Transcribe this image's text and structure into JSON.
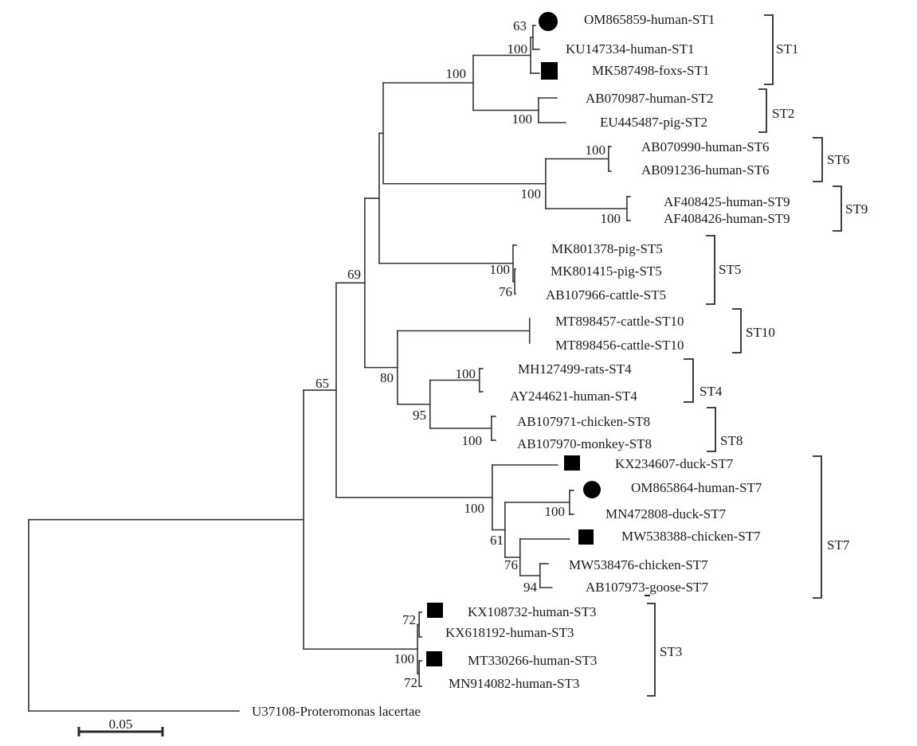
{
  "tree": {
    "children": [
      {
        "length": 0.1643,
        "children": [
          {
            "length": 0.0195,
            "bootstrap": 65,
            "children": [
              {
                "length": 0.0171,
                "bootstrap": 69,
                "children": [
                  {
                    "length": 0.0086,
                    "children": [
                      {
                        "length": 0.0024,
                        "children": [
                          {
                            "length": 0.0538,
                            "bootstrap": 100,
                            "children": [
                              {
                                "length": 0.0343,
                                "bootstrap": 100,
                                "children": [
                                  {
                                    "length": 0.0014,
                                    "bootstrap": 63,
                                    "children": [
                                      {
                                        "length": 0.0014,
                                        "label": "OM865859-human-ST1",
                                        "marker": "filled-circle-icon"
                                      },
                                      {
                                        "length": 0.0038,
                                        "label": "KU147334-human-ST1"
                                      }
                                    ]
                                  },
                                  {
                                    "length": 0.0052,
                                    "label": "MK587498-foxs-ST1",
                                    "marker": "filled-square-icon"
                                  }
                                ]
                              },
                              {
                                "length": 0.039,
                                "bootstrap": 100,
                                "children": [
                                  {
                                    "length": 0.011,
                                    "label": "AB070987-human-ST2"
                                  },
                                  {
                                    "length": 0.0162,
                                    "label": "EU445487-pig-ST2"
                                  }
                                ]
                              }
                            ]
                          },
                          {
                            "length": 0.0971,
                            "bootstrap": 100,
                            "children": [
                              {
                                "length": 0.0376,
                                "bootstrap": 100,
                                "children": [
                                  {
                                    "length": 0.0014,
                                    "label": "AB070990-human-ST6"
                                  },
                                  {
                                    "length": 0.0014,
                                    "label": "AB091236-human-ST6"
                                  }
                                ]
                              },
                              {
                                "length": 0.0486,
                                "bootstrap": 100,
                                "children": [
                                  {
                                    "length": 0.0019,
                                    "label": "AF408425-human-ST9"
                                  },
                                  {
                                    "length": 0.0019,
                                    "label": "AF408426-human-ST9"
                                  }
                                ]
                              }
                            ]
                          }
                        ]
                      },
                      {
                        "length": 0.08,
                        "bootstrap": 100,
                        "children": [
                          {
                            "length": 0.0019,
                            "label": "MK801378-pig-ST5"
                          },
                          {
                            "length": 0.001,
                            "bootstrap": 76,
                            "children": [
                              {
                                "length": 0.0005,
                                "label": "MK801415-pig-ST5"
                              },
                              {
                                "length": 0.0005,
                                "label": "AB107966-cattle-ST5"
                              }
                            ]
                          }
                        ]
                      }
                    ]
                  },
                  {
                    "length": 0.0195,
                    "bootstrap": 80,
                    "children": [
                      {
                        "length": 0.079,
                        "children": [
                          {
                            "length": 0,
                            "label": "MT898457-cattle-ST10"
                          },
                          {
                            "length": 0,
                            "label": "MT898456-cattle-ST10"
                          }
                        ]
                      },
                      {
                        "length": 0.0195,
                        "bootstrap": 95,
                        "children": [
                          {
                            "length": 0.0295,
                            "bootstrap": 100,
                            "children": [
                              {
                                "length": 0.0019,
                                "label": "MH127499-rats-ST4"
                              },
                              {
                                "length": 0.0019,
                                "label": "AY244621-human-ST4"
                              }
                            ]
                          },
                          {
                            "length": 0.0367,
                            "bootstrap": 100,
                            "children": [
                              {
                                "length": 0.0024,
                                "label": "AB107971-chicken-ST8"
                              },
                              {
                                "length": 0.0024,
                                "label": "AB107970-monkey-ST8"
                              }
                            ]
                          }
                        ]
                      }
                    ]
                  }
                ]
              },
              {
                "length": 0.0933,
                "bootstrap": 100,
                "children": [
                  {
                    "length": 0.039,
                    "label": "KX234607-duck-ST7",
                    "marker": "filled-square-icon"
                  },
                  {
                    "length": 0.0076,
                    "bootstrap": 61,
                    "children": [
                      {
                        "length": 0.0386,
                        "bootstrap": 100,
                        "children": [
                          {
                            "length": 0.0024,
                            "label": "OM865864-human-ST7",
                            "marker": "filled-circle-icon"
                          },
                          {
                            "length": 0.0024,
                            "label": "MN472808-duck-ST7"
                          }
                        ]
                      },
                      {
                        "length": 0.009,
                        "bootstrap": 76,
                        "children": [
                          {
                            "length": 0.0295,
                            "label": "MW538388-chicken-ST7",
                            "marker": "filled-square-icon"
                          },
                          {
                            "length": 0.0119,
                            "bootstrap": 94,
                            "children": [
                              {
                                "length": 0.0048,
                                "label": "MW538476-chicken-ST7"
                              },
                              {
                                "length": 0.0071,
                                "label": "AB107973-goose-ST7"
                              }
                            ]
                          }
                        ]
                      }
                    ]
                  }
                ]
              }
            ]
          },
          {
            "length": 0.0681,
            "bootstrap": 100,
            "children": [
              {
                "length": 0.001,
                "bootstrap": 72,
                "children": [
                  {
                    "length": 0.0014,
                    "label": "KX108732-human-ST3",
                    "marker": "filled-square-icon"
                  },
                  {
                    "length": 0.0014,
                    "label": "KX618192-human-ST3"
                  }
                ]
              },
              {
                "length": 0.001,
                "bootstrap": 72,
                "children": [
                  {
                    "length": 0.0014,
                    "label": "MT330266-human-ST3",
                    "marker": "filled-square-icon"
                  },
                  {
                    "length": 0.0014,
                    "label": "MN914082-human-ST3"
                  }
                ]
              }
            ]
          }
        ]
      },
      {
        "length": 0.1257,
        "label": "U37108-Proteromonas lacertae"
      }
    ]
  },
  "clades": [
    {
      "label": "ST1"
    },
    {
      "label": "ST2"
    },
    {
      "label": "ST6"
    },
    {
      "label": "ST9"
    },
    {
      "label": "ST5"
    },
    {
      "label": "ST10"
    },
    {
      "label": "ST4"
    },
    {
      "label": "ST8"
    },
    {
      "label": "ST7"
    },
    {
      "label": "ST3"
    }
  ],
  "scale_bar": {
    "value": 0.05,
    "label": "0.05"
  },
  "colors": {
    "line": "#333333",
    "marker": "#000000",
    "text": "#1a1a1a"
  }
}
